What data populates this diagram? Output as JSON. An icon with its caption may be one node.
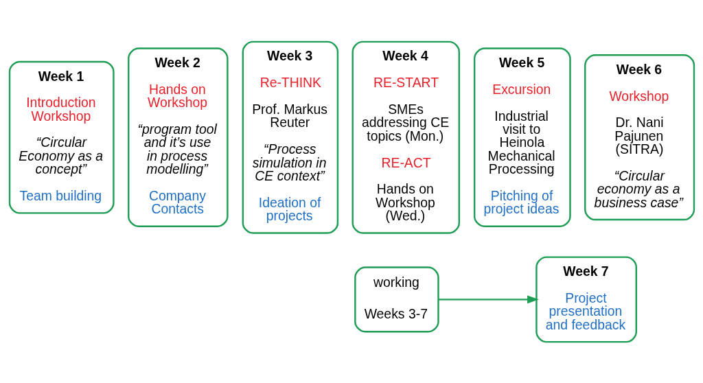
{
  "diagram": {
    "nodes": [
      {
        "text": [
          "Week 1",
          "Introduction Workshop",
          "“Circular Economy as a concept”",
          "Team building"
        ]
      },
      {
        "text": [
          "Week 2",
          "Hands on Workshop",
          "“program tool and it’s use in process modelling”",
          "Company Contacts"
        ]
      },
      {
        "text": [
          "Week 3",
          "Re-THINK",
          "Prof. Markus Reuter",
          "“Process simulation in CE context”",
          "Ideation of projects"
        ]
      },
      {
        "text": [
          "Week 4",
          "RE-START",
          "SMEs addressing CE topics (Mon.)",
          "RE-ACT",
          "Hands on Workshop (Wed.)"
        ]
      },
      {
        "text": [
          "Week 5",
          "Excursion",
          "Industrial visit to Heinola Mechanical Processing",
          "Pitching of project ideas"
        ]
      },
      {
        "text": [
          "Week 6",
          "Workshop",
          "Dr. Nani Pajunen (SITRA)",
          "“Circular economy as a business case”"
        ]
      },
      {
        "text": [
          "working",
          "Weeks 3-7"
        ]
      },
      {
        "text": [
          "Week 7",
          "Project presentation and feedback"
        ]
      }
    ],
    "edges": [
      {
        "from": 6,
        "to": 7,
        "arrow": "to"
      }
    ]
  }
}
